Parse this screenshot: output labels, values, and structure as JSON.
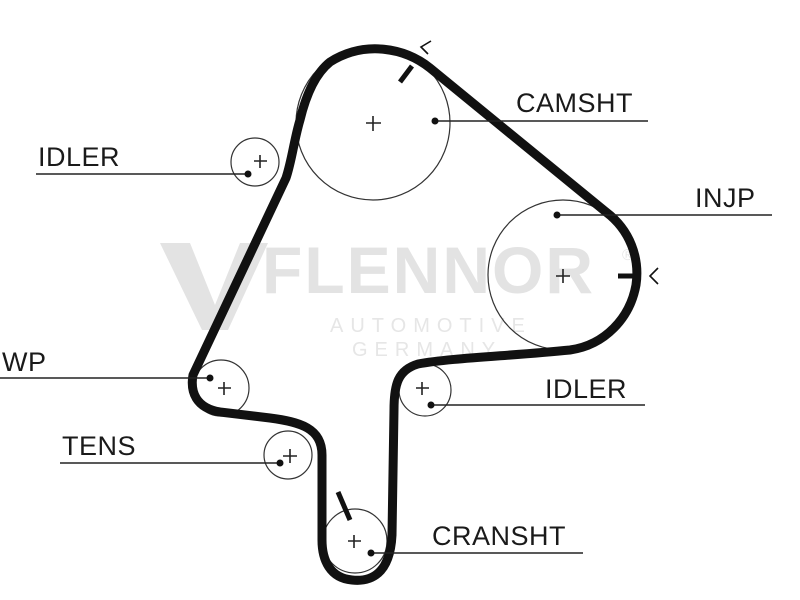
{
  "labels": {
    "camshaft": "CAMSHT",
    "injection_pump": "INJP",
    "idler_top": "IDLER",
    "water_pump": "WP",
    "idler_right": "IDLER",
    "tensioner": "TENS",
    "crankshaft": "CRANSHT"
  },
  "watermark": {
    "brand": "FLENNOR",
    "registered": "®",
    "line1": "AUTOMOTIVE",
    "line2": "GERMANY"
  },
  "colors": {
    "belt": "#111111",
    "outline": "#333333",
    "watermark": "#e3e3e3"
  }
}
